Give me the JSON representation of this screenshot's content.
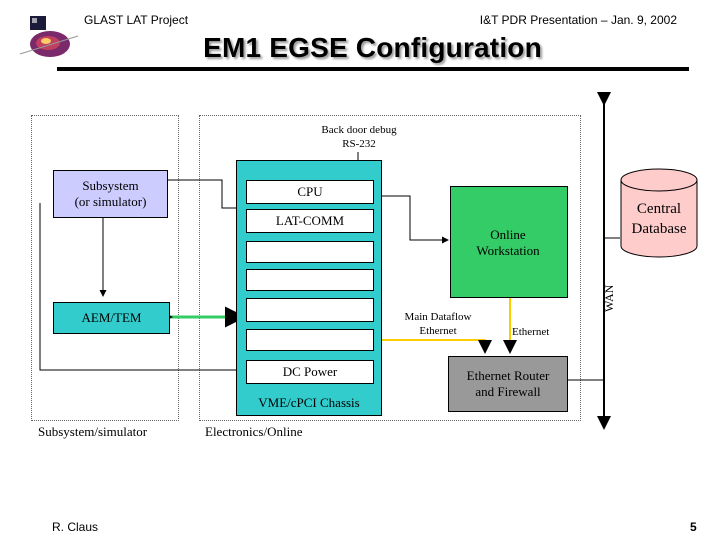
{
  "header": {
    "left": "GLAST LAT Project",
    "right": "I&T PDR Presentation – Jan. 9, 2002",
    "title": "EM1 EGSE Configuration"
  },
  "footer": {
    "author": "R. Claus",
    "page": "5"
  },
  "diagram": {
    "backdoor": {
      "line1": "Back door debug",
      "line2": "RS-232"
    },
    "subsystem_box": {
      "line1": "Subsystem",
      "line2": "(or simulator)"
    },
    "cpu": "CPU",
    "latcomm": "LAT-COMM",
    "online_ws": {
      "line1": "Online",
      "line2": "Workstation"
    },
    "central_db": {
      "line1": "Central",
      "line2": "Database"
    },
    "aem_tem": "AEM/TEM",
    "main_dataflow": {
      "line1": "Main Dataflow",
      "line2": "Ethernet"
    },
    "ethernet": "Ethernet",
    "wan": "WAN",
    "dc_power": "DC Power",
    "vme_chassis": "VME/cPCI Chassis",
    "router": {
      "line1": "Ethernet Router",
      "line2": "and Firewall"
    },
    "region_left": "Subsystem/simulator",
    "region_right": "Electronics/Online"
  },
  "colors": {
    "subsystem_fill": "#ccccff",
    "chassis_fill": "#33cccc",
    "workstation_fill": "#33cc66",
    "database_fill": "#ffcccc",
    "router_fill": "#999999",
    "link_green": "#33cc66",
    "link_yellow": "#ffcc00",
    "title_bar": "#000000"
  }
}
